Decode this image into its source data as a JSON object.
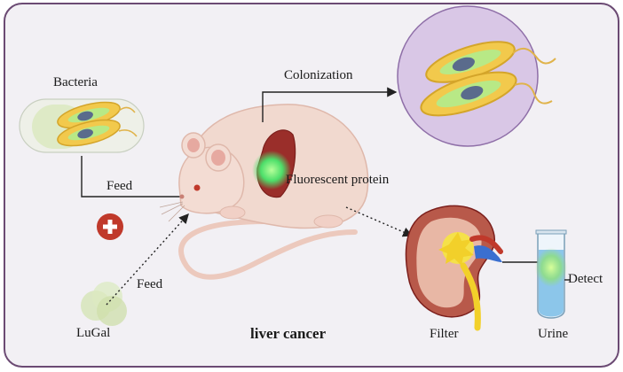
{
  "labels": {
    "bacteria": "Bacteria",
    "colonization": "Colonization",
    "feed_top": "Feed",
    "fluorescent_protein": "Fluorescent protein",
    "feed_bottom": "Feed",
    "lugal": "LuGal",
    "liver_cancer": "liver cancer",
    "filter": "Filter",
    "urine": "Urine",
    "detect": "Detect"
  },
  "icons": {
    "plus": "plus-icon",
    "bacteria": "bacteria-icon",
    "mouse": "mouse-icon",
    "kidney": "kidney-icon",
    "tube": "test-tube-icon"
  },
  "colors": {
    "frame_border": "#6b4a73",
    "frame_fill": "#f2f0f4",
    "plus_red": "#c0392b",
    "fluorescent_green": "#4ddf6a",
    "mouse_body": "#f1d9cf",
    "mouse_shadow": "#dfb8ab",
    "circle_bg": "#d9c7e6",
    "tube_liquid": "#8cc6ea"
  }
}
